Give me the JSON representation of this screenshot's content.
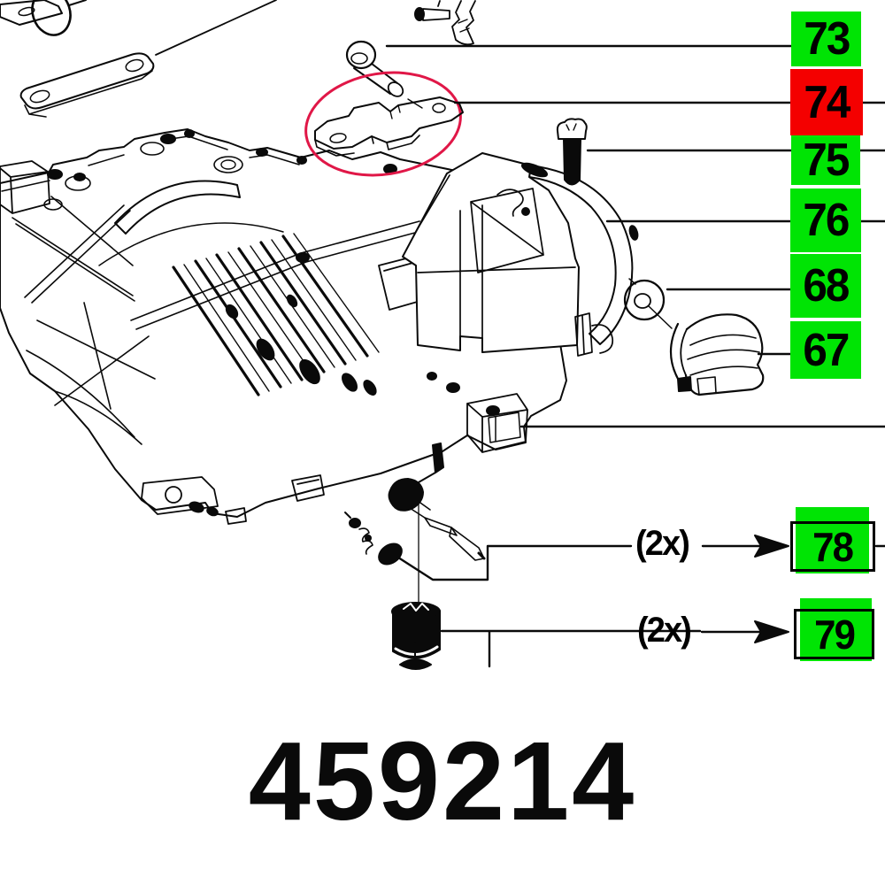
{
  "diagram": {
    "part_number": "459214",
    "line_color": "#0a0a0a",
    "highlight_circle_color": "#e01747",
    "colors": {
      "green": "#00e404",
      "red": "#f40000"
    },
    "callouts": [
      {
        "ref": "73",
        "color": "#00e404"
      },
      {
        "ref": "74",
        "color": "#f40000",
        "highlighted": true
      },
      {
        "ref": "75",
        "color": "#00e404"
      },
      {
        "ref": "76",
        "color": "#00e404"
      },
      {
        "ref": "68",
        "color": "#00e404"
      },
      {
        "ref": "67",
        "color": "#00e404"
      },
      {
        "ref": "78",
        "color": "#00e404",
        "quantity": "(2x)"
      },
      {
        "ref": "79",
        "color": "#00e404",
        "quantity": "(2x)"
      }
    ]
  }
}
